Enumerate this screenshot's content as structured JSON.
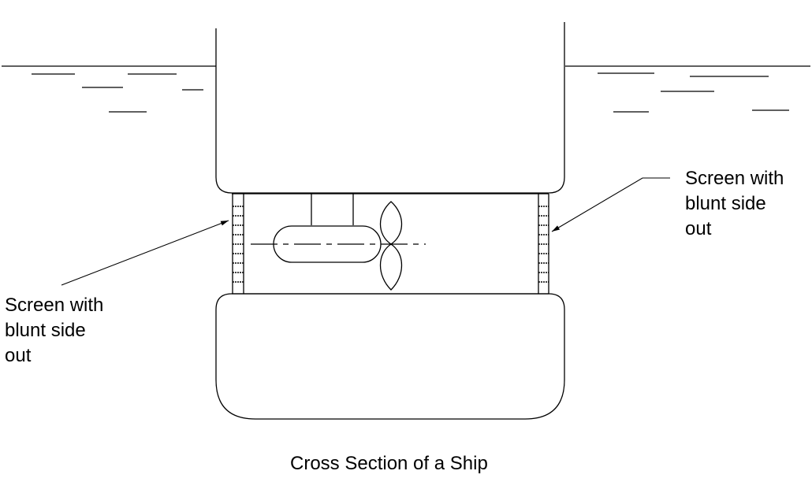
{
  "diagram": {
    "caption": "Cross Section of a Ship",
    "labels": {
      "left": [
        "Screen with",
        "blunt side",
        "out"
      ],
      "right": [
        "Screen with",
        "blunt side",
        "out"
      ]
    }
  }
}
